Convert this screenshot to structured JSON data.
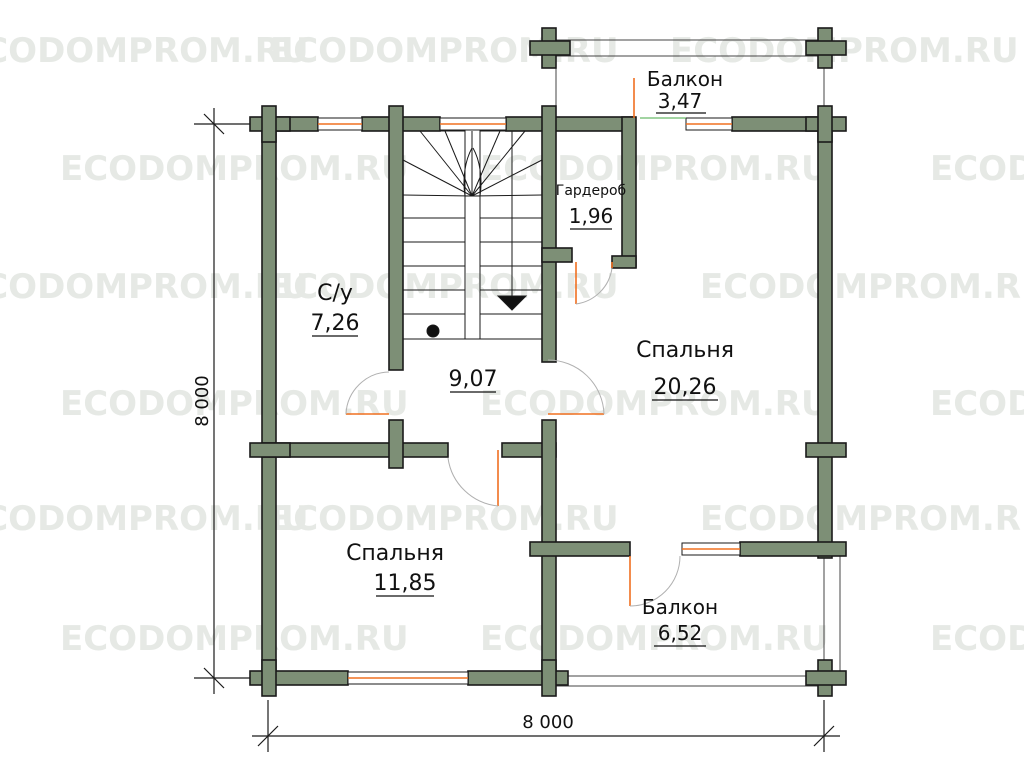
{
  "watermark": {
    "text": "ECODOMPROM.RU"
  },
  "rooms": [
    {
      "id": "bathroom",
      "name": "С/у",
      "area": "7,26"
    },
    {
      "id": "hall",
      "name": "",
      "area": "9,07"
    },
    {
      "id": "wardrobe",
      "name": "Гардероб",
      "area": "1,96"
    },
    {
      "id": "bedroom-large",
      "name": "Спальня",
      "area": "20,26"
    },
    {
      "id": "bedroom-small",
      "name": "Спальня",
      "area": "11,85"
    },
    {
      "id": "balcony-top",
      "name": "Балкон",
      "area": "3,47"
    },
    {
      "id": "balcony-right",
      "name": "Балкон",
      "area": "6,52"
    }
  ],
  "dimensions": {
    "width": "8 000",
    "height": "8 000"
  },
  "colors": {
    "wall": "#7d8f76",
    "door": "#f07020",
    "watermark": "#e3e7e2"
  }
}
